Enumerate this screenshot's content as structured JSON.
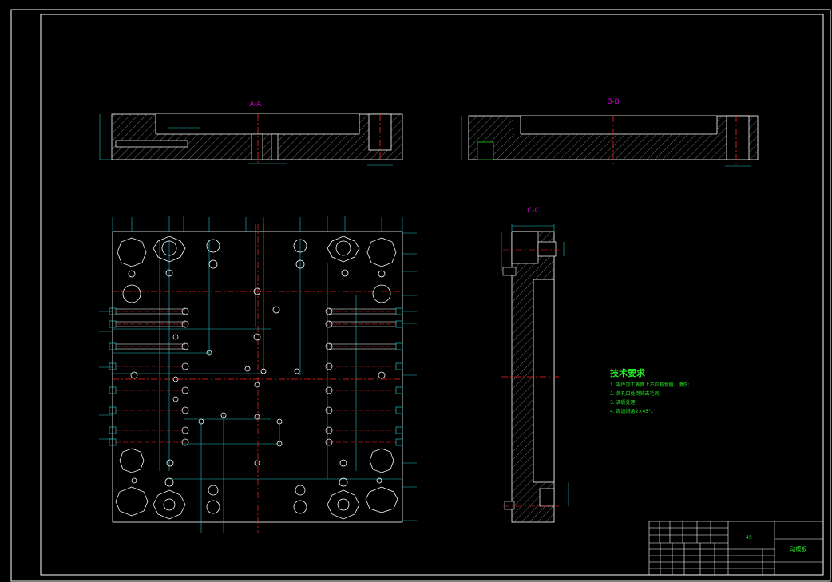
{
  "views": {
    "aa": {
      "label": "A-A"
    },
    "bb": {
      "label": "B-B"
    },
    "cc": {
      "label": "C-C"
    }
  },
  "tech": {
    "title": "技术要求",
    "lines": [
      "1. 零件加工表面上不应有划痕、擦伤;",
      "2. 各孔口处倒钝去毛刺;",
      "3. 调质处理;",
      "4. 周边倒角2×45°。"
    ]
  },
  "title_block": {
    "scale": "45",
    "part": "动模板"
  },
  "colors": {
    "frame": "#ffffff",
    "section_label": "#d000d0",
    "center": "#ff2020",
    "dimension": "#20c0c0",
    "outline": "#ffffff",
    "hatch": "#c8c8c8",
    "text_green": "#26e626",
    "dim_text": "#ffff40"
  }
}
